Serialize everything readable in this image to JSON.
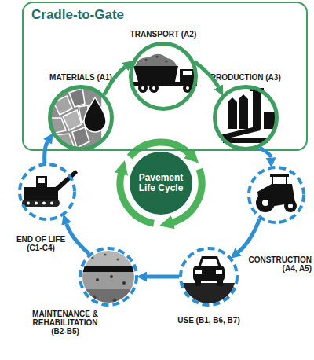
{
  "diagram": {
    "nodes": [
      {
        "text": [
          "Cradle-to-Gate"
        ]
      },
      {
        "text": [
          "MATERIALS (A1)"
        ],
        "in": 0
      },
      {
        "text": [
          "TRANSPORT (A2)"
        ],
        "in": 0
      },
      {
        "text": [
          "PRODUCTION (A3)"
        ],
        "in": 0
      },
      {
        "text": [
          "Pavement Life Cycle"
        ]
      },
      {
        "text": [
          "CONSTRUCTION (A4, A5)"
        ]
      },
      {
        "text": [
          "USE (B1, B6, B7)"
        ]
      },
      {
        "text": [
          "MAINTENANCE & REHABILITATION (B2-B5)"
        ]
      },
      {
        "text": [
          "END OF LIFE (C1-C4)"
        ]
      }
    ],
    "edges": [
      {
        "from": 1,
        "to": 2,
        "arrow": "to"
      },
      {
        "from": 2,
        "to": 3,
        "arrow": "to"
      },
      {
        "from": 3,
        "to": 5,
        "arrow": "to"
      },
      {
        "from": 5,
        "to": 6,
        "arrow": "to"
      },
      {
        "from": 6,
        "to": 7,
        "arrow": "to"
      },
      {
        "from": 7,
        "to": 8,
        "arrow": "to"
      },
      {
        "from": 8,
        "to": 1,
        "arrow": "to"
      }
    ]
  }
}
